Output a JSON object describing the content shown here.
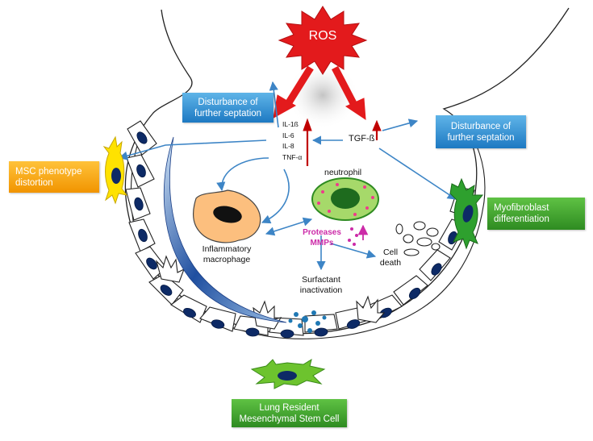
{
  "colors": {
    "arrow_blue": "#3d85c6",
    "ros_red": "#e31a1c",
    "up_red": "#c00000",
    "magenta": "#cc2ba8",
    "cell_green": "#2ea02e",
    "box_blue": "#2f8fd8",
    "box_green": "#3aa52c",
    "box_orange": "#f5a300"
  },
  "ros": {
    "label": "ROS"
  },
  "boxes": {
    "disturbance_left": "Disturbance of further septation",
    "disturbance_right": "Disturbance of further septation",
    "msc_distortion": "MSC phenotype distortion",
    "myofibroblast": "Myofibroblast differentiation",
    "lung_resident_msc": "Lung Resident Mesenchymal Stem Cell"
  },
  "cytokines": [
    "IL-1ß",
    "IL-6",
    "IL-8",
    "TNF-α"
  ],
  "tgf": "TGF-ß",
  "cells": {
    "neutrophil": "neutrophil",
    "macrophage": "Inflammatory macrophage"
  },
  "proteases": "Proteases MMPs",
  "outcomes": {
    "cell_death": "Cell death",
    "surfactant": "Surfactant inactivation"
  },
  "icons": [
    "ros-starburst-icon",
    "up-arrow-icon",
    "neutrophil-icon",
    "macrophage-icon",
    "msc-cell-icon",
    "myofibroblast-icon"
  ]
}
